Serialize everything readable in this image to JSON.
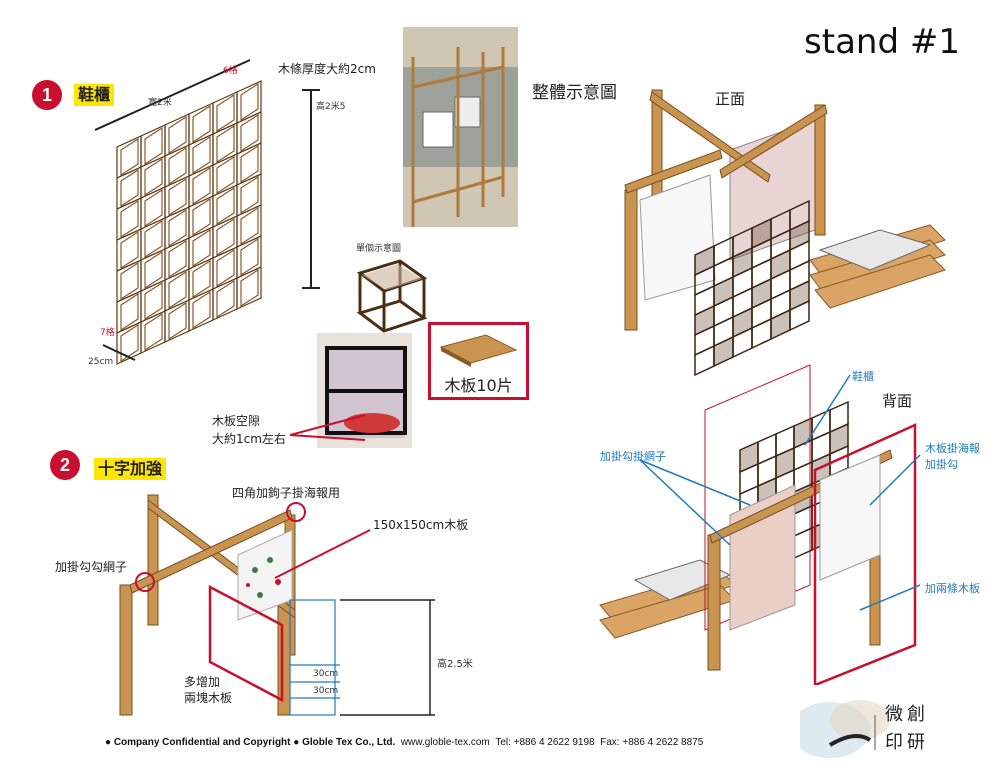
{
  "title": "stand #1",
  "section1": {
    "number": "1",
    "label": "鞋櫃",
    "thickness_note": "木條厚度大約2cm",
    "width_label": "寬2米",
    "cols_label": "6格",
    "height_label": "高2米5",
    "rows_label": "7格",
    "depth_label": "25cm",
    "unit_diagram_label": "單個示意圖",
    "board_label": "木板10片",
    "gap_note_line1": "木板空隙",
    "gap_note_line2": "大約1cm左右"
  },
  "section2": {
    "number": "2",
    "label": "十字加強",
    "corner_note": "四角加鉤子掛海報用",
    "board_size_note": "150x150cm木板",
    "hook_net_note": "加掛勾勾網子",
    "extra_boards_line1": "多增加",
    "extra_boards_line2": "兩塊木板",
    "height_note": "高2.5米",
    "spacing1": "30cm",
    "spacing2": "30cm"
  },
  "overview": {
    "title": "整體示意圖",
    "front_label": "正面",
    "back_label": "背面",
    "shoe_cabinet": "鞋櫃",
    "hook_net": "加掛勾掛網子",
    "board_hook_line1": "木板掛海報",
    "board_hook_line2": "加掛勾",
    "two_boards": "加兩條木板"
  },
  "footer": {
    "company": "Company Confidential and Copyright",
    "company2": "Globle Tex Co., Ltd.",
    "website": "www.globle-tex.com",
    "tel": "Tel: +886 4 2622 9198",
    "fax": "Fax: +886 4 2622 8875"
  },
  "logo": {
    "text_top": "微創",
    "text_bottom": "印研"
  },
  "colors": {
    "wood": "#8a5a2b",
    "wood_light": "#c8944f",
    "accent_red": "#c8102e",
    "accent_blue": "#1f7bbf",
    "highlight": "#ffe600"
  }
}
